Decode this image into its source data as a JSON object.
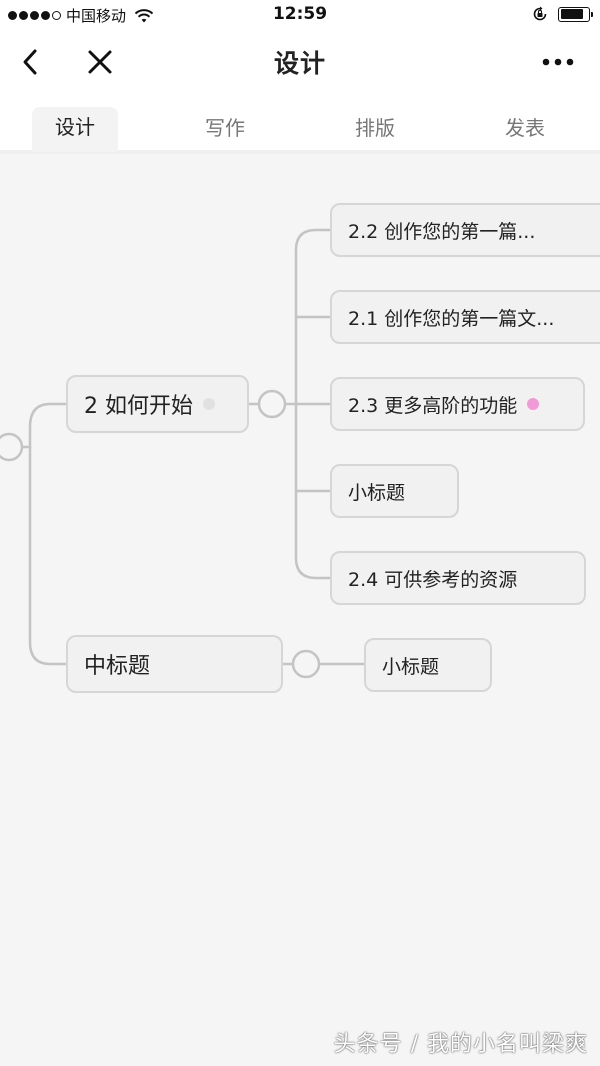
{
  "status_bar": {
    "carrier": "中国移动",
    "time": "12:59"
  },
  "nav": {
    "title": "设计"
  },
  "tabs": [
    {
      "label": "设计",
      "active": true
    },
    {
      "label": "写作",
      "active": false
    },
    {
      "label": "排版",
      "active": false
    },
    {
      "label": "发表",
      "active": false
    }
  ],
  "mindmap": {
    "nodes": {
      "how_to_start": {
        "label": "2 如何开始",
        "marker_color": "#e1e1e1"
      },
      "sub_2_2": {
        "label": "2.2 创作您的第一篇..."
      },
      "sub_2_1": {
        "label": "2.1 创作您的第一篇文..."
      },
      "sub_2_3": {
        "label": "2.3 更多高阶的功能",
        "marker_color": "#f29ad8"
      },
      "sub_small_title_1": {
        "label": "小标题"
      },
      "sub_2_4": {
        "label": "2.4 可供参考的资源"
      },
      "mid_title": {
        "label": "中标题"
      },
      "sub_small_title_2": {
        "label": "小标题"
      }
    }
  },
  "watermark": "头条号 / 我的小名叫梁爽",
  "colors": {
    "canvas_bg": "#f5f5f5",
    "node_bg": "#f1f1f1",
    "node_border": "#d6d6d6",
    "connector": "#c4c4c4"
  }
}
